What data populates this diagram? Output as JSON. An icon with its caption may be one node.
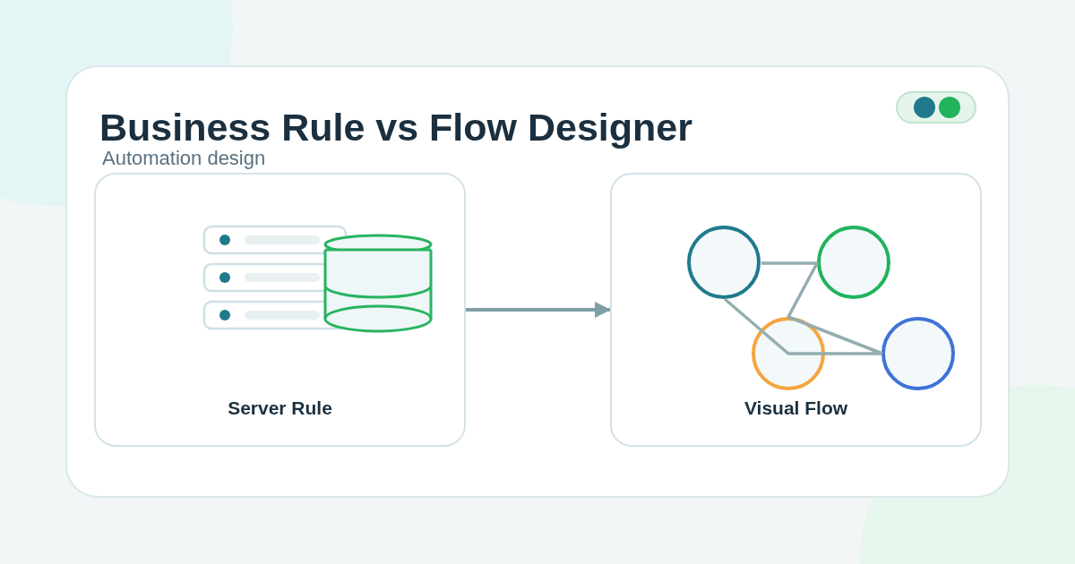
{
  "diagram": {
    "title": "Business Rule vs Flow Designer",
    "nodes": [
      {
        "text": [
          "Server Rule"
        ]
      },
      {
        "text": [
          "Visual Flow"
        ]
      }
    ],
    "edges": [
      {
        "from": 0,
        "to": 1,
        "arrow": "to"
      }
    ],
    "labels": [
      "Automation design"
    ]
  }
}
